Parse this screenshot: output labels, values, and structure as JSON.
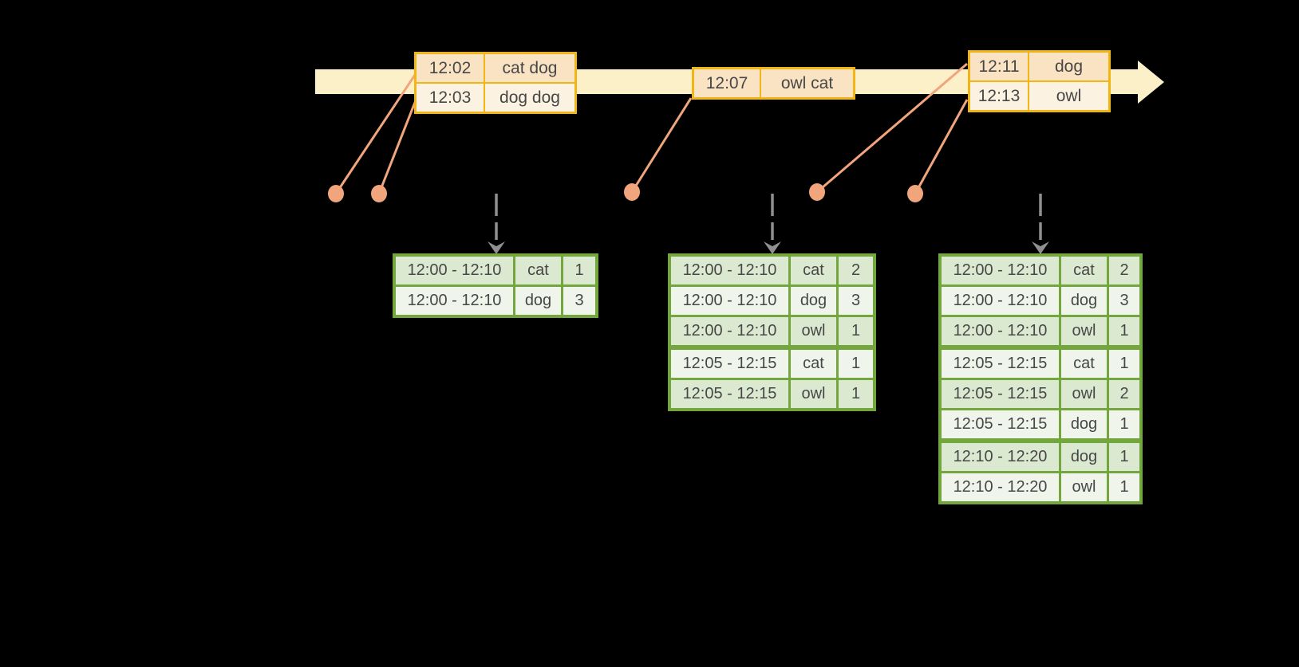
{
  "diagram": {
    "description": "windowed word-count streaming diagram",
    "colors": {
      "background": "#000000",
      "timeline_fill": "#FCF0C9",
      "event_table_border": "#F2B614",
      "event_row_fill": "#FAE3C2",
      "event_row_alt_fill": "#FCF2E1",
      "dot_and_line": "#F0A57C",
      "trigger_arrow_gray": "#8F8F8F",
      "result_table_border": "#73A73D",
      "result_row_dark_fill": "#DCE9D1",
      "result_row_light_fill": "#F0F5EB",
      "text": "#474747"
    },
    "event_tables": [
      {
        "rows": [
          {
            "time": "12:02",
            "words": "cat dog"
          },
          {
            "time": "12:03",
            "words": "dog dog"
          }
        ]
      },
      {
        "rows": [
          {
            "time": "12:07",
            "words": "owl cat"
          }
        ]
      },
      {
        "rows": [
          {
            "time": "12:11",
            "words": "dog"
          },
          {
            "time": "12:13",
            "words": "owl"
          }
        ]
      }
    ],
    "result_tables": [
      {
        "rows": [
          {
            "window": "12:00 - 12:10",
            "word": "cat",
            "count": "1",
            "group": 1
          },
          {
            "window": "12:00 - 12:10",
            "word": "dog",
            "count": "3",
            "group": 1
          }
        ]
      },
      {
        "rows": [
          {
            "window": "12:00 - 12:10",
            "word": "cat",
            "count": "2",
            "group": 1
          },
          {
            "window": "12:00 - 12:10",
            "word": "dog",
            "count": "3",
            "group": 1
          },
          {
            "window": "12:00 - 12:10",
            "word": "owl",
            "count": "1",
            "group": 1
          },
          {
            "window": "12:05 - 12:15",
            "word": "cat",
            "count": "1",
            "group": 2
          },
          {
            "window": "12:05 - 12:15",
            "word": "owl",
            "count": "1",
            "group": 2
          }
        ]
      },
      {
        "rows": [
          {
            "window": "12:00 - 12:10",
            "word": "cat",
            "count": "2",
            "group": 1
          },
          {
            "window": "12:00 - 12:10",
            "word": "dog",
            "count": "3",
            "group": 1
          },
          {
            "window": "12:00 - 12:10",
            "word": "owl",
            "count": "1",
            "group": 1
          },
          {
            "window": "12:05 - 12:15",
            "word": "cat",
            "count": "1",
            "group": 2
          },
          {
            "window": "12:05 - 12:15",
            "word": "owl",
            "count": "2",
            "group": 2
          },
          {
            "window": "12:05 - 12:15",
            "word": "dog",
            "count": "1",
            "group": 2
          },
          {
            "window": "12:10 - 12:20",
            "word": "dog",
            "count": "1",
            "group": 3
          },
          {
            "window": "12:10 - 12:20",
            "word": "owl",
            "count": "1",
            "group": 3
          }
        ]
      }
    ]
  }
}
